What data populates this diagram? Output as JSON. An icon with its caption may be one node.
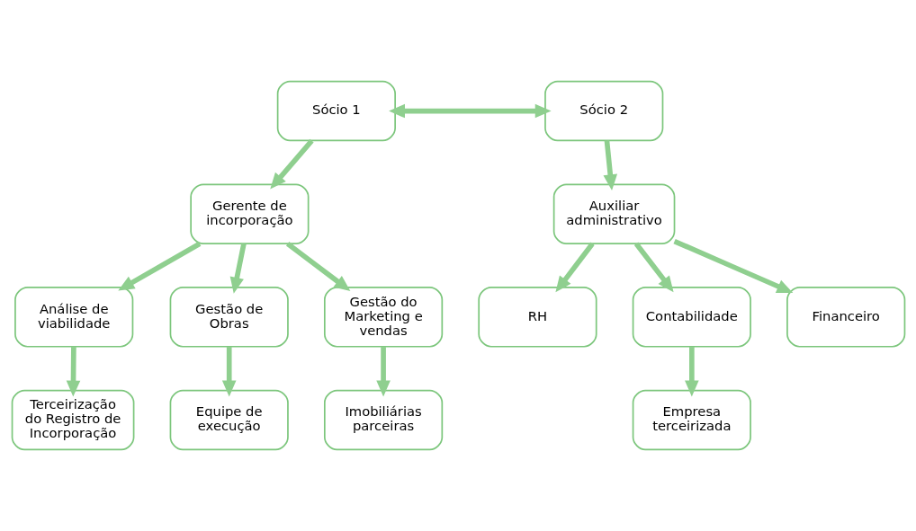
{
  "diagram": {
    "nodes": [
      {
        "text": [
          "Sócio 1"
        ]
      },
      {
        "text": [
          "Sócio 2"
        ]
      },
      {
        "text": [
          "Gerente de incorporação"
        ]
      },
      {
        "text": [
          "Auxiliar administrativo"
        ]
      },
      {
        "text": [
          "Análise de viabilidade"
        ]
      },
      {
        "text": [
          "Gestão de Obras"
        ]
      },
      {
        "text": [
          "Gestão do Marketing e vendas"
        ]
      },
      {
        "text": [
          "RH"
        ]
      },
      {
        "text": [
          "Contabilidade"
        ]
      },
      {
        "text": [
          "Financeiro"
        ]
      },
      {
        "text": [
          "Terceirização do Registro de Incorporação"
        ]
      },
      {
        "text": [
          "Equipe de execução"
        ]
      },
      {
        "text": [
          "Imobiliárias parceiras"
        ]
      },
      {
        "text": [
          "Empresa terceirizada"
        ]
      }
    ],
    "edges": [
      {
        "from": 0,
        "to": 1,
        "arrow": "both"
      },
      {
        "from": 0,
        "to": 2,
        "arrow": "to"
      },
      {
        "from": 1,
        "to": 3,
        "arrow": "to"
      },
      {
        "from": 2,
        "to": 4,
        "arrow": "to"
      },
      {
        "from": 2,
        "to": 5,
        "arrow": "to"
      },
      {
        "from": 2,
        "to": 6,
        "arrow": "to"
      },
      {
        "from": 3,
        "to": 7,
        "arrow": "to"
      },
      {
        "from": 3,
        "to": 8,
        "arrow": "to"
      },
      {
        "from": 3,
        "to": 9,
        "arrow": "to"
      },
      {
        "from": 4,
        "to": 10,
        "arrow": "to"
      },
      {
        "from": 5,
        "to": 11,
        "arrow": "to"
      },
      {
        "from": 6,
        "to": 12,
        "arrow": "to"
      },
      {
        "from": 8,
        "to": 13,
        "arrow": "to"
      }
    ]
  }
}
